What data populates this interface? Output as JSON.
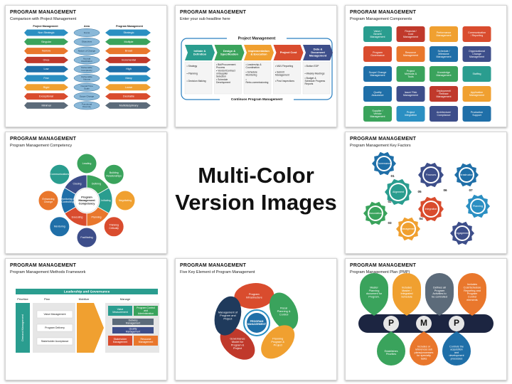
{
  "center": {
    "line1": "Multi-Color",
    "line2": "Version Images"
  },
  "tiles": [
    {
      "title": "PROGRAM MANAGEMENT",
      "subtitle": "Comparison with Project Management",
      "left_header": "Project Management",
      "mid_header": "Area",
      "right_header": "Program Management",
      "rows": [
        {
          "left": "Non Strategic",
          "mid": "Focus",
          "right": "Strategic"
        },
        {
          "left": "Singular",
          "mid": "Objectives",
          "right": "Multiple"
        },
        {
          "left": "Narrow",
          "mid": "Nature of Change",
          "right": "Broad"
        },
        {
          "left": "Once",
          "mid": "Accrual Realization",
          "right": "Incremental"
        },
        {
          "left": "Low",
          "mid": "Deliverable Complexity",
          "right": "High"
        },
        {
          "left": "Few",
          "mid": "Deliverable Volume",
          "right": "Many"
        },
        {
          "left": "Rigid",
          "mid": "Overall Time Scale",
          "right": "Loose"
        },
        {
          "left": "Exceptional",
          "mid": "Scope Change",
          "right": "Desirable"
        },
        {
          "left": "Minimal",
          "mid": "Functional Diversity",
          "right": "Multidisciplinary"
        }
      ]
    },
    {
      "title": "PROGRAM MANAGEMENT",
      "subtitle": "Enter your sub headline here",
      "top_label": "Project Management",
      "bottom_label": "Continuos Program Management",
      "columns": [
        {
          "head": "Initiate & Definition",
          "items": [
            "Strategy",
            "Planning",
            "Decision Making"
          ]
        },
        {
          "head": "Design & Specification",
          "items": [
            "Bid/Procurement Process",
            "Vendor/Contract or/Supplier Selection",
            "Schedule Development"
          ]
        },
        {
          "head": "Implementation & Execution",
          "items": [
            "Leadership & Coordination",
            "Schedule Monitoring",
            "Retro-commissioning"
          ]
        },
        {
          "head": "Project Cost",
          "items": [
            "M&V Reporting",
            "Submit Management",
            "Post Inspections"
          ]
        },
        {
          "head": "Data & Document Management",
          "items": [
            "Button EDP",
            "Weekly Meetings",
            "Budget & Schedule Progress Reports"
          ]
        }
      ]
    },
    {
      "title": "PROGRAM MANAGEMENT",
      "subtitle": "Program Management Components",
      "boxes": [
        "Value / Benefit Management",
        "Financial / Cost Management",
        "Performance Management",
        "Communication / Reporting",
        "Program Governance",
        "Resource Management",
        "Schedule / Milestone Management",
        "Organizational Change Management",
        "Scope/ Change Management",
        "Project Methods & Tools",
        "Knowledge Management",
        "Staffing",
        "Quality Assurance",
        "Issue/ Risk Management",
        "Deployment/ Release Management",
        "Application Management",
        "Supplier / Vendor Management",
        "Project Integration",
        "Architecture/ Compliance",
        "Production Support"
      ]
    },
    {
      "title": "PROGRAM MANAGEMENT",
      "subtitle": "Program Management Competency",
      "center": "Program Management Competency",
      "outer": [
        "Leading",
        "Building Relationships",
        "Negotiating",
        "Thinking Critically",
        "Facilitating",
        "Mentoring",
        "Enhancing Change",
        "Communications"
      ],
      "inner": [
        "Defining",
        "Initiating",
        "Planning",
        "Executing",
        "Monitoring & Controlling",
        "Closing"
      ]
    },
    {
      "title": "PROGRAM MANAGEMENT",
      "subtitle": "Program Management Key Factors",
      "gears": [
        "Governance",
        "Alignment",
        "Association",
        "Management",
        "Integration",
        "Finances",
        "Infrastructure",
        "Planning",
        "Engagement"
      ],
      "numbers": [
        "01",
        "02",
        "03",
        "04",
        "05",
        "06",
        "07"
      ]
    },
    {
      "title": "PROGRAM MANAGEMENT",
      "subtitle": "Program Management Methods Framework",
      "banner": "Leadership and Governance",
      "col_heads": [
        "Prioritize",
        "Plan",
        "Mobilize",
        "Manage"
      ],
      "vertical": "Demand Management",
      "plan_items": [
        "Value Management",
        "Program Delivery",
        "Stakeholder Acceptance"
      ],
      "manage_items": [
        "Value Measurement",
        "Program Control and Administration",
        "Delivery Management",
        "Quality Management",
        "Stakeholder Management",
        "Resource Management"
      ]
    },
    {
      "title": "PROGRAM MANAGEMENT",
      "subtitle": "Five Key Element of Program Management",
      "center": "PROGRAM MANAGEMENT",
      "petals": [
        "Program Infrastructure",
        "Fiscal Planning & Control",
        "Planning Program & Project",
        "Governance Model for Program & Project",
        "Management of Program and Project"
      ]
    },
    {
      "title": "PROGRAM MANAGEMENT",
      "subtitle": "Program Management Plan (PMP)",
      "letters": [
        "P",
        "M",
        "P"
      ],
      "top_drops": [
        "Master Planning document for Program.",
        "Includes Master / Integrated Schedule",
        "Defines all Program Activities to be controlled",
        "Includes Cost/Schedule Reporting and Program Control elements"
      ],
      "bottom_drops": [
        "Establishes Priorities",
        "Includes or references sub plans/processes for specialty tasks",
        "Controls the acquisition and development processes"
      ]
    }
  ]
}
